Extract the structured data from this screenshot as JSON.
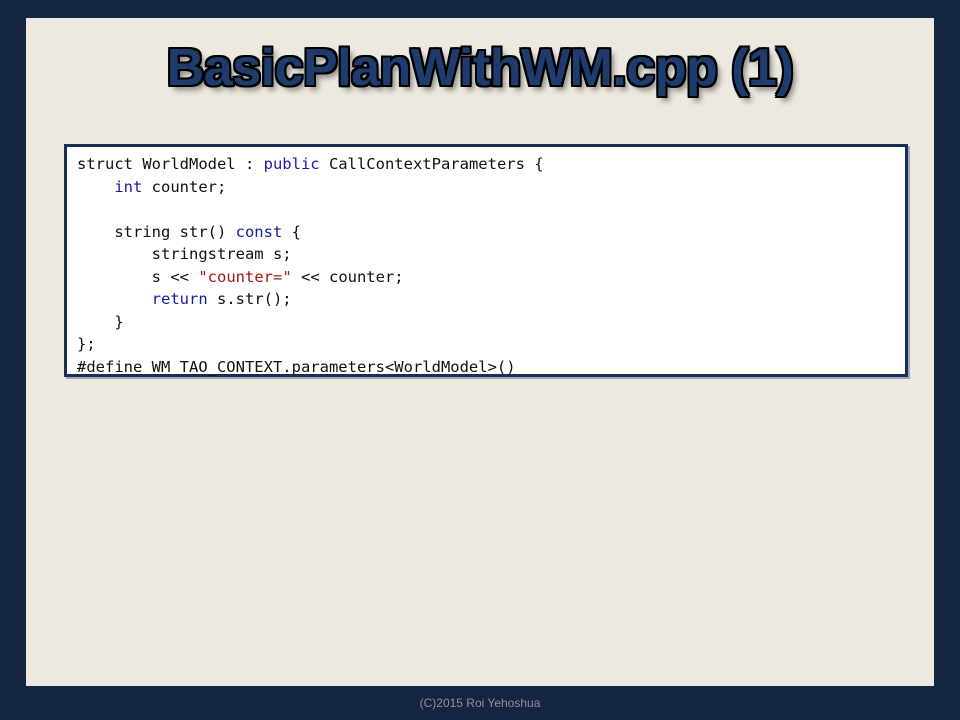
{
  "slide": {
    "title": "BasicPlanWithWM.cpp  (1)",
    "footer": "(C)2015 Roi Yehoshua"
  },
  "code": {
    "lines": [
      [
        {
          "t": "struct WorldModel : "
        },
        {
          "t": "public",
          "k": "kw"
        },
        {
          "t": " CallContextParameters {"
        }
      ],
      [
        {
          "t": "    "
        },
        {
          "t": "int",
          "k": "kw"
        },
        {
          "t": " counter;"
        }
      ],
      [
        {
          "t": ""
        }
      ],
      [
        {
          "t": "    string str() "
        },
        {
          "t": "const",
          "k": "kw"
        },
        {
          "t": " {"
        }
      ],
      [
        {
          "t": "        stringstream s;"
        }
      ],
      [
        {
          "t": "        s << "
        },
        {
          "t": "\"counter=\"",
          "k": "str"
        },
        {
          "t": " << counter;"
        }
      ],
      [
        {
          "t": "        "
        },
        {
          "t": "return",
          "k": "kw"
        },
        {
          "t": " s.str();"
        }
      ],
      [
        {
          "t": "    }"
        }
      ],
      [
        {
          "t": "};"
        }
      ],
      [
        {
          "t": "#define WM TAO_CONTEXT.parameters<WorldModel>()"
        }
      ]
    ]
  },
  "colors": {
    "frame": "#13253f",
    "slide_background": "#ede9e0",
    "keyword": "#1a1aa6",
    "string": "#a31515"
  }
}
